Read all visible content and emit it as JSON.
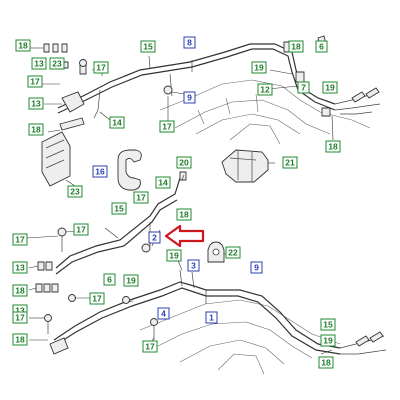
{
  "callouts": [
    {
      "id": "c1",
      "text": "18",
      "color": "green"
    },
    {
      "id": "c2",
      "text": "13",
      "color": "green"
    },
    {
      "id": "c3",
      "text": "17",
      "color": "green"
    },
    {
      "id": "c4",
      "text": "23",
      "color": "green"
    },
    {
      "id": "c5",
      "text": "17",
      "color": "green"
    },
    {
      "id": "c6",
      "text": "15",
      "color": "green"
    },
    {
      "id": "c7",
      "text": "8",
      "color": "blue"
    },
    {
      "id": "c8",
      "text": "18",
      "color": "green"
    },
    {
      "id": "c9",
      "text": "6",
      "color": "green"
    },
    {
      "id": "c10",
      "text": "13",
      "color": "green"
    },
    {
      "id": "c11",
      "text": "14",
      "color": "green"
    },
    {
      "id": "c12",
      "text": "18",
      "color": "green"
    },
    {
      "id": "c13",
      "text": "9",
      "color": "blue"
    },
    {
      "id": "c14",
      "text": "17",
      "color": "green"
    },
    {
      "id": "c15",
      "text": "19",
      "color": "green"
    },
    {
      "id": "c16",
      "text": "7",
      "color": "green"
    },
    {
      "id": "c17",
      "text": "12",
      "color": "green"
    },
    {
      "id": "c18",
      "text": "19",
      "color": "green"
    },
    {
      "id": "c19",
      "text": "18",
      "color": "green"
    },
    {
      "id": "c20",
      "text": "23",
      "color": "green"
    },
    {
      "id": "c21",
      "text": "16",
      "color": "blue"
    },
    {
      "id": "c22",
      "text": "20",
      "color": "green"
    },
    {
      "id": "c23",
      "text": "21",
      "color": "green"
    },
    {
      "id": "c24",
      "text": "14",
      "color": "green"
    },
    {
      "id": "c25",
      "text": "17",
      "color": "green"
    },
    {
      "id": "c26",
      "text": "15",
      "color": "green"
    },
    {
      "id": "c27",
      "text": "18",
      "color": "green"
    },
    {
      "id": "c28",
      "text": "2",
      "color": "blue"
    },
    {
      "id": "c29",
      "text": "17",
      "color": "green"
    },
    {
      "id": "c30",
      "text": "17",
      "color": "green"
    },
    {
      "id": "c31",
      "text": "19",
      "color": "green"
    },
    {
      "id": "c32",
      "text": "22",
      "color": "green"
    },
    {
      "id": "c33",
      "text": "13",
      "color": "green"
    },
    {
      "id": "c34",
      "text": "3",
      "color": "blue"
    },
    {
      "id": "c35",
      "text": "9",
      "color": "blue"
    },
    {
      "id": "c36",
      "text": "18",
      "color": "green"
    },
    {
      "id": "c37",
      "text": "13",
      "color": "green"
    },
    {
      "id": "c38",
      "text": "17",
      "color": "green"
    },
    {
      "id": "c39",
      "text": "19",
      "color": "green"
    },
    {
      "id": "c40",
      "text": "17",
      "color": "green"
    },
    {
      "id": "c41",
      "text": "6",
      "color": "green"
    },
    {
      "id": "c42",
      "text": "4",
      "color": "blue"
    },
    {
      "id": "c43",
      "text": "1",
      "color": "blue"
    },
    {
      "id": "c44",
      "text": "17",
      "color": "green"
    },
    {
      "id": "c45",
      "text": "15",
      "color": "green"
    },
    {
      "id": "c46",
      "text": "19",
      "color": "green"
    },
    {
      "id": "c47",
      "text": "18",
      "color": "green"
    },
    {
      "id": "c48",
      "text": "18",
      "color": "green"
    }
  ],
  "colors": {
    "callout_green": "#1e8a2e",
    "callout_blue": "#2b3fb5",
    "arrow_red": "#d0141c",
    "line": "#333333"
  },
  "highlight": {
    "icon": "red-outline-arrow-left",
    "points_to": "2"
  }
}
